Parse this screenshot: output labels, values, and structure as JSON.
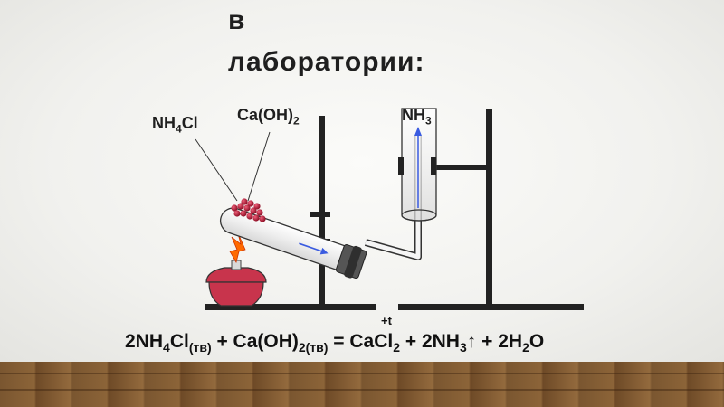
{
  "slide": {
    "title_line1": "в",
    "title_line2": "лаборатории:"
  },
  "labels": {
    "nh4cl": {
      "main": "NH",
      "sub": "4",
      "tail": "Cl"
    },
    "caoh2": {
      "main": "Ca(OH)",
      "sub": "2"
    },
    "nh3": {
      "main": "NH",
      "sub": "3"
    }
  },
  "equation": {
    "condition": "+t",
    "r1_coef": "2NH",
    "r1_sub": "4",
    "r1_tail": "Cl",
    "r1_state": "(тв)",
    "plus1": " + Ca(OH)",
    "r2_state": "2(тв)",
    "eq_sign": " = CaCl",
    "p1_sub": "2",
    "plus2": " + 2NH",
    "p2_sub": "3",
    "arrow": "↑",
    "plus3": " + 2H",
    "p3_sub": "2",
    "p3_tail": "O"
  },
  "colors": {
    "lamp": "#c8344c",
    "flame": "#ff6a00",
    "beads": "#c41e3a",
    "arrow": "#3a5be0",
    "stand": "#222222"
  }
}
